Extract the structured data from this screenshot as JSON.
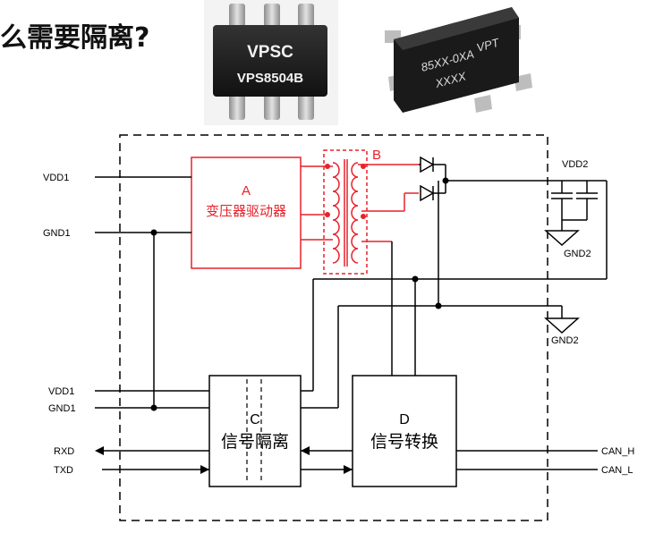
{
  "header": {
    "title": "么需要隔离?",
    "chip1_brand": "VPSC",
    "chip1_part": "VPS8504B",
    "chip2_line1": "VPT",
    "chip2_line2": "85XX-0XA",
    "chip2_line3": "XXXX"
  },
  "diagram": {
    "block_a_letter": "A",
    "block_a_name": "变压器驱动器",
    "block_b_letter": "B",
    "block_c_letter": "C",
    "block_c_name": "信号隔离",
    "block_d_letter": "D",
    "block_d_name": "信号转换",
    "vdd1_top": "VDD1",
    "gnd1_top": "GND1",
    "vdd2": "VDD2",
    "gnd2_a": "GND2",
    "gnd2_b": "GND2",
    "vdd1_bottom": "VDD1",
    "gnd1_bottom": "GND1",
    "rxd": "RXD",
    "txd": "TXD",
    "can_h": "CAN_H",
    "can_l": "CAN_L"
  },
  "colors": {
    "primary_red": "#e8212a",
    "line_black": "#000000",
    "chip_body": "#1d1d1d",
    "chip_pin": "#b9b9b9"
  }
}
